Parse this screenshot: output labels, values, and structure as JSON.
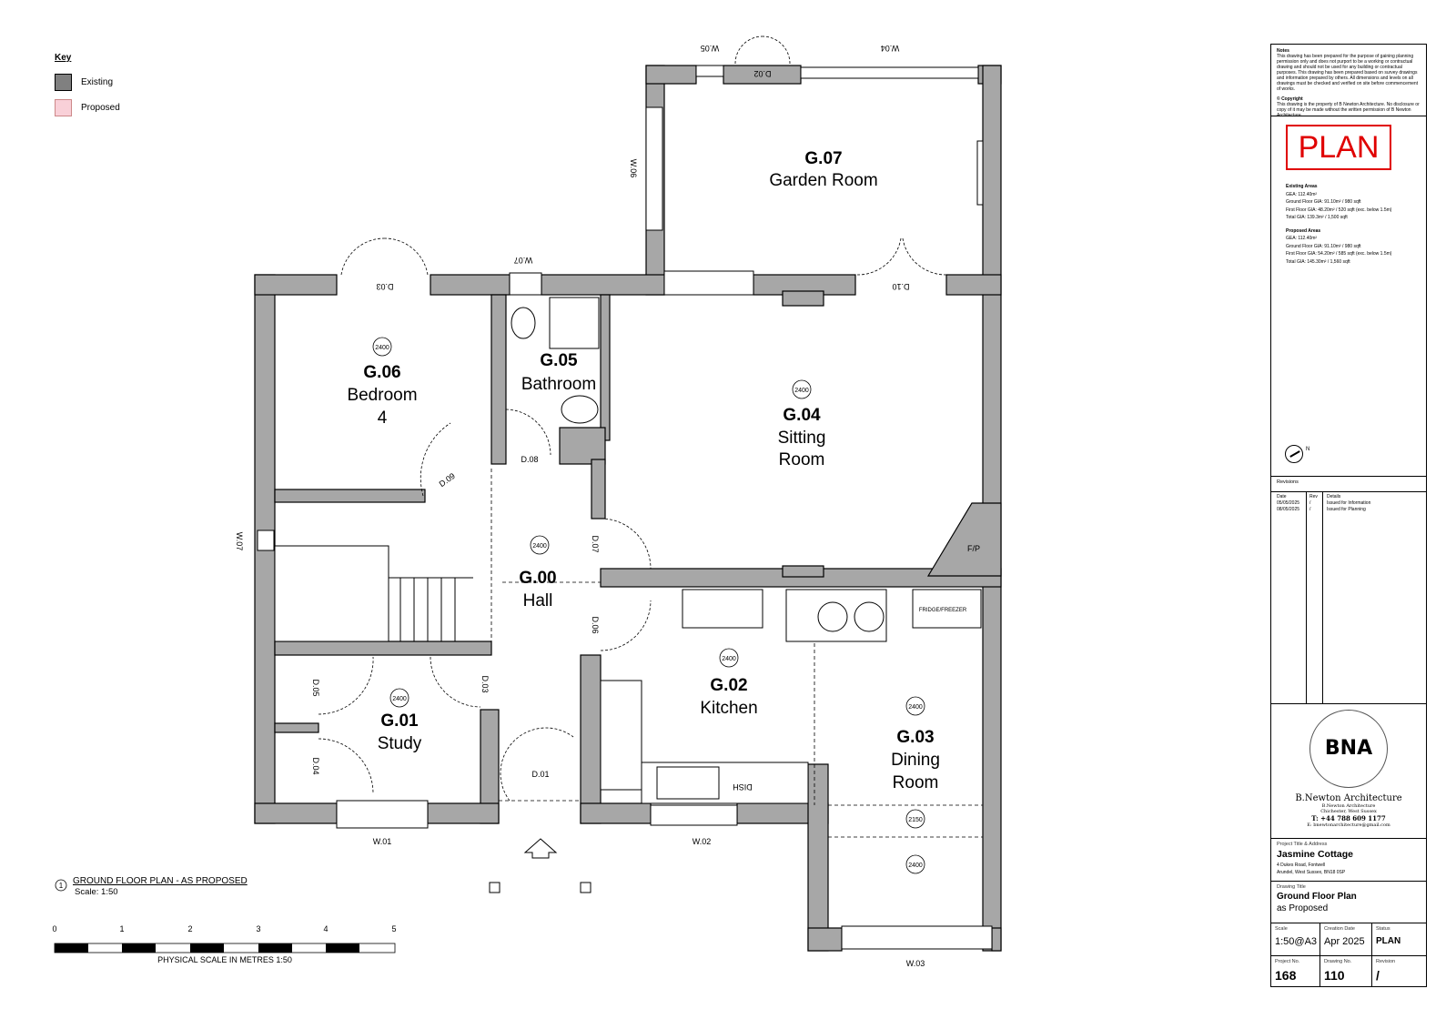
{
  "key": {
    "title": "Key",
    "items": [
      {
        "label": "Existing",
        "color": "#808080"
      },
      {
        "label": "Proposed",
        "color": "#f9d0d8"
      }
    ]
  },
  "rooms": [
    {
      "code": "G.07",
      "name": "Garden Room"
    },
    {
      "code": "G.06",
      "name": "Bedroom",
      "name2": "4",
      "height": "2400"
    },
    {
      "code": "G.05",
      "name": "Bathroom"
    },
    {
      "code": "G.04",
      "name": "Sitting",
      "name2": "Room",
      "height": "2400"
    },
    {
      "code": "G.00",
      "name": "Hall",
      "height": "2400"
    },
    {
      "code": "G.02",
      "name": "Kitchen",
      "height": "2400"
    },
    {
      "code": "G.01",
      "name": "Study",
      "height": "2400"
    },
    {
      "code": "G.03",
      "name": "Dining",
      "name2": "Room",
      "height": "2400",
      "height2": "2150",
      "height3": "2400"
    }
  ],
  "labels": {
    "w01": "W.01",
    "w02": "W.02",
    "w03": "W.03",
    "w04": "W.04",
    "w05": "W.05",
    "w06": "W.06",
    "w07a": "W.07",
    "w07b": "W.07",
    "d01": "D.01",
    "d02": "D.02",
    "d03": "D.03",
    "d03b": "D.03",
    "d04": "D.04",
    "d05": "D.05",
    "d06": "D.06",
    "d07": "D.07",
    "d08": "D.08",
    "d09": "D.09",
    "d10": "D.10",
    "fp": "F/P",
    "fridge": "FRIDGE/FREEZER",
    "dish": "DISH"
  },
  "drawing": {
    "num": "1",
    "title": "GROUND FLOOR PLAN - AS PROPOSED",
    "scale": "Scale: 1:50",
    "scalebar_title": "PHYSICAL SCALE IN METRES 1:50",
    "ticks": [
      "0",
      "1",
      "2",
      "3",
      "4",
      "5"
    ]
  },
  "titleblock": {
    "notes_title": "Notes",
    "notes": "This drawing has been prepared for the purpose of gaining planning permission only and does not purport to be a working or contractual drawing and should not be used for any building or contractual purposes. This drawing has been prepared based on survey drawings and information prepared by others. All dimensions and levels on all drawings must be checked and verified on site before commencement of works.",
    "copyright_title": "© Copyright",
    "copyright": "This drawing is the property of B Newton Architecture. No disclosure or copy of it may be made without the written permission of B Newton Architecture.",
    "stamp": "PLAN",
    "stamp_color": "#e00000",
    "existing_title": "Existing Areas",
    "existing": [
      "GEA: 112.40m²",
      "Ground Floor GIA: 91.10m² / 980 sqft",
      "First Floor GIA: 48.20m² / 520 sqft (exc. below 1.5m)",
      "Total GIA: 139.3m² / 1,500 sqft"
    ],
    "proposed_title": "Proposed Areas",
    "proposed": [
      "GEA: 112.40m²",
      "Ground Floor GIA: 91.10m² / 980 sqft",
      "First Floor GIA: 54.20m² / 585 sqft (exc. below 1.5m)",
      "Total GIA: 145.30m² / 1,560 sqft"
    ],
    "north": "N",
    "revisions_title": "Revisions",
    "rev_headers": [
      "Date",
      "Rev",
      "Details"
    ],
    "revisions": [
      [
        "05/05/2025",
        "/",
        "Issued for Information"
      ],
      [
        "08/05/2025",
        "/",
        "Issued for Planning"
      ]
    ],
    "logo": "BNA",
    "firm": "B.Newton Architecture",
    "firm_lines": [
      "B.Newton Architecture",
      "Chichester, West Sussex"
    ],
    "phone": "T: +44 788 609 1177",
    "email": "E: bnewtonarchitecture@gmail.com",
    "project_label": "Project Title & Address",
    "project": "Jasmine Cottage",
    "address": [
      "4 Dukes Road, Fontwell",
      "Arundel, West Sussex, BN18 0SP"
    ],
    "drawing_label": "Drawing Title",
    "drawing_title": "Ground Floor Plan",
    "drawing_sub": "as Proposed",
    "scale_label": "Scale",
    "scale": "1:50@A3",
    "date_label": "Creation Date",
    "date": "Apr 2025",
    "status_label": "Status",
    "status": "PLAN",
    "projno_label": "Project No.",
    "projno": "168",
    "drawno_label": "Drawing No.",
    "drawno": "110",
    "rev_label": "Revision",
    "rev": "/"
  }
}
